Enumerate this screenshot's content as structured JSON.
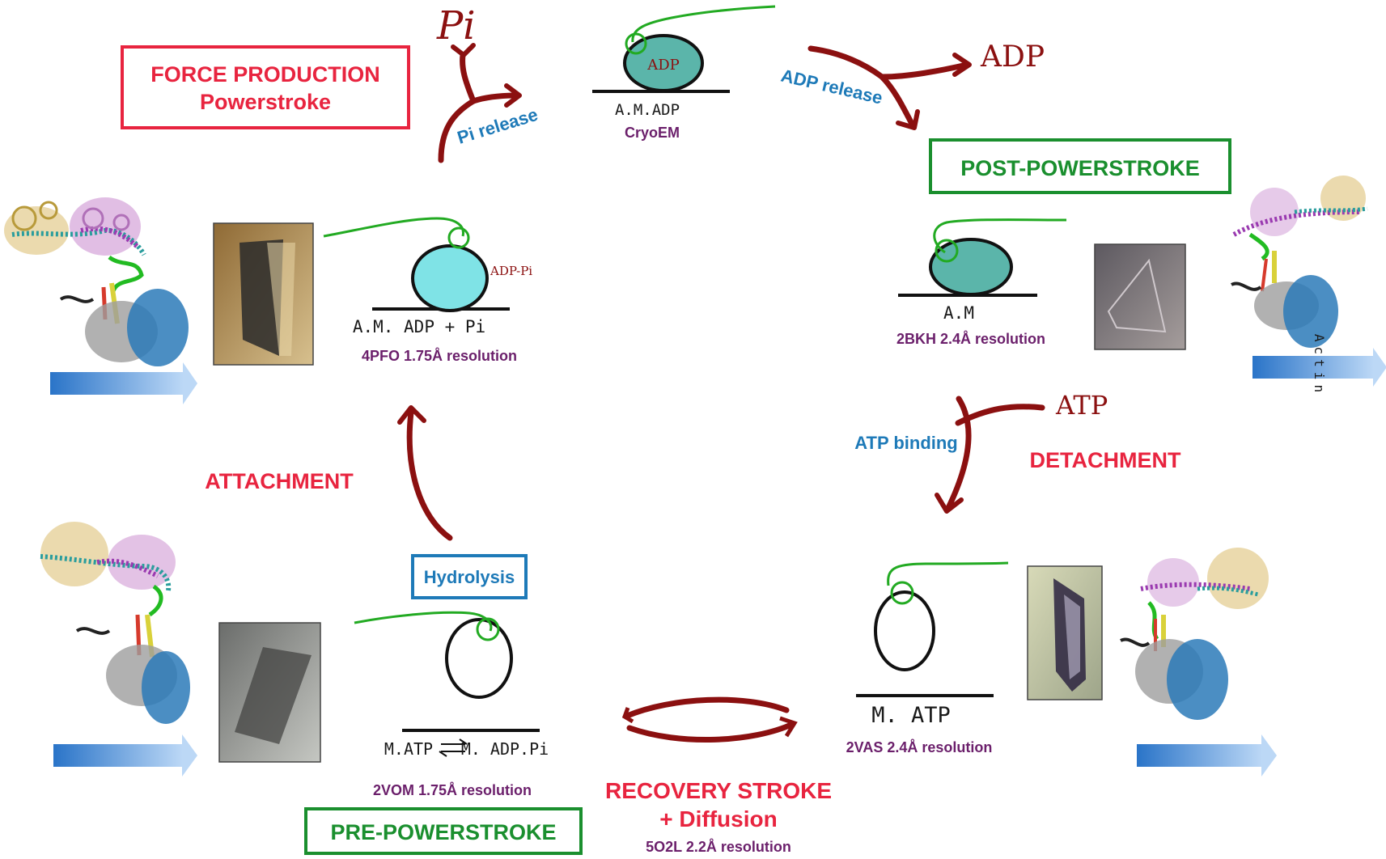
{
  "states": {
    "force_production": {
      "title": "FORCE PRODUCTION",
      "subtitle": "Powerstroke"
    },
    "post_powerstroke": {
      "title": "POST-POWERSTROKE"
    },
    "pre_powerstroke": {
      "title": "PRE-POWERSTROKE"
    },
    "hydrolysis": {
      "title": "Hydrolysis"
    }
  },
  "steps": {
    "attachment": "ATTACHMENT",
    "detachment": "DETACHMENT",
    "recovery_line1": "RECOVERY STROKE",
    "recovery_line2": "+ Diffusion",
    "recovery_ref": "5O2L 2.2Å resolution"
  },
  "events": {
    "pi_release": "Pi release",
    "adp_release": "ADP release",
    "atp_binding": "ATP binding",
    "pi": "Pi",
    "adp": "ADP",
    "atp": "ATP"
  },
  "complexes": {
    "am_adp": {
      "label": "A.M.ADP",
      "inner": "ADP",
      "ref": "CryoEM"
    },
    "am_adp_pi": {
      "label": "A.M. ADP + Pi",
      "tag": "ADP-Pi",
      "ref": "4PFO 1.75Å resolution"
    },
    "am": {
      "label": "A.M",
      "ref": "2BKH 2.4Å resolution"
    },
    "m_atp": {
      "label": "M. ATP",
      "ref": "2VAS 2.4Å resolution"
    },
    "m_atp_adp_pi": {
      "label_left": "M.ATP",
      "label_right": "M. ADP.Pi",
      "ref": "2VOM 1.75Å resolution"
    }
  },
  "actin_label": "Actin",
  "colors": {
    "red": "#e8243f",
    "green": "#1a8f2e",
    "blue": "#1e7ab8",
    "purple": "#6b1f6b",
    "maroon": "#8b1010",
    "teal": "#5bb5aa",
    "cyan": "#7fe3e6"
  }
}
